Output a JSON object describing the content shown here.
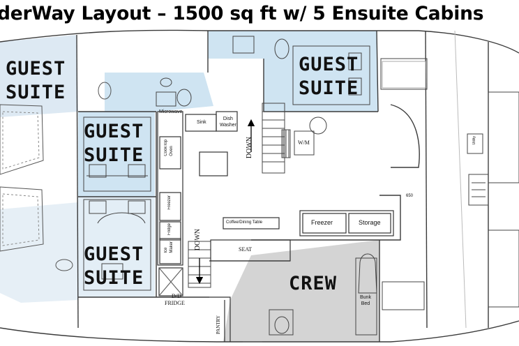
{
  "title": "derWay Layout – 1500 sq ft w/ 5 Ensuite Cabins",
  "rooms": {
    "guest_suite_1": [
      "GUEST",
      "SUITE"
    ],
    "guest_suite_2": [
      "GUEST",
      "SUITE"
    ],
    "guest_suite_3": [
      "GUEST",
      "SUITE"
    ],
    "guest_suite_4": [
      "GUEST",
      "SUITE"
    ],
    "crew": "CREW"
  },
  "labels": {
    "microwave": "Microwave",
    "sink": "Sink",
    "dishwasher": [
      "Dish",
      "Washer"
    ],
    "cooktop_oven": [
      "CookTop",
      "Oven"
    ],
    "freezer_small": "Freezer",
    "fridge": "Fridge",
    "ice_maker": [
      "Ice",
      "Maker"
    ],
    "down_1": "DOWN",
    "down_2": "DOWN",
    "wm": "W/M",
    "coffee_table": "Coffee/Dining Table",
    "freezer": "Freezer",
    "storage": "Storage",
    "seat": "SEAT",
    "dd_fridge": [
      "D/D",
      "FRIDGE"
    ],
    "pantry": "PANTRY",
    "bunk_bed": [
      "Bunk",
      "Bed"
    ],
    "dim_650": "650",
    "utility": "Utility"
  },
  "colors": {
    "guest_fill": "#cfe4f2",
    "crew_fill": "#d4d4d4",
    "line": "#3a3a3a"
  }
}
